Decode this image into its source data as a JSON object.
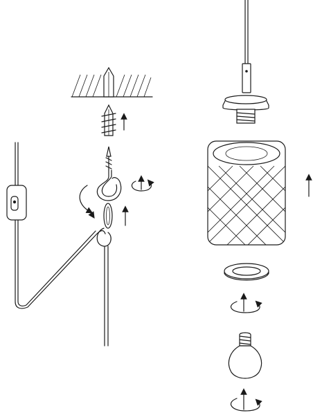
{
  "figure": {
    "kind": "pendant lamp installation diagram",
    "line_color": "#1a1a1a",
    "background": "#ffffff"
  },
  "left_assembly": {
    "steps": [
      "ceiling",
      "wall-plug",
      "ceiling-hook",
      "swag-loop",
      "power-cord",
      "inline-switch"
    ],
    "arrows": [
      "up-arrow",
      "rotate-arrow",
      "curved-arrow"
    ]
  },
  "right_assembly": {
    "steps": [
      "suspension-cable",
      "lamp-socket",
      "mesh-lamp-shade",
      "shade-ring",
      "light-bulb"
    ],
    "arrows": [
      "up-arrow",
      "rotate-arrow"
    ]
  }
}
